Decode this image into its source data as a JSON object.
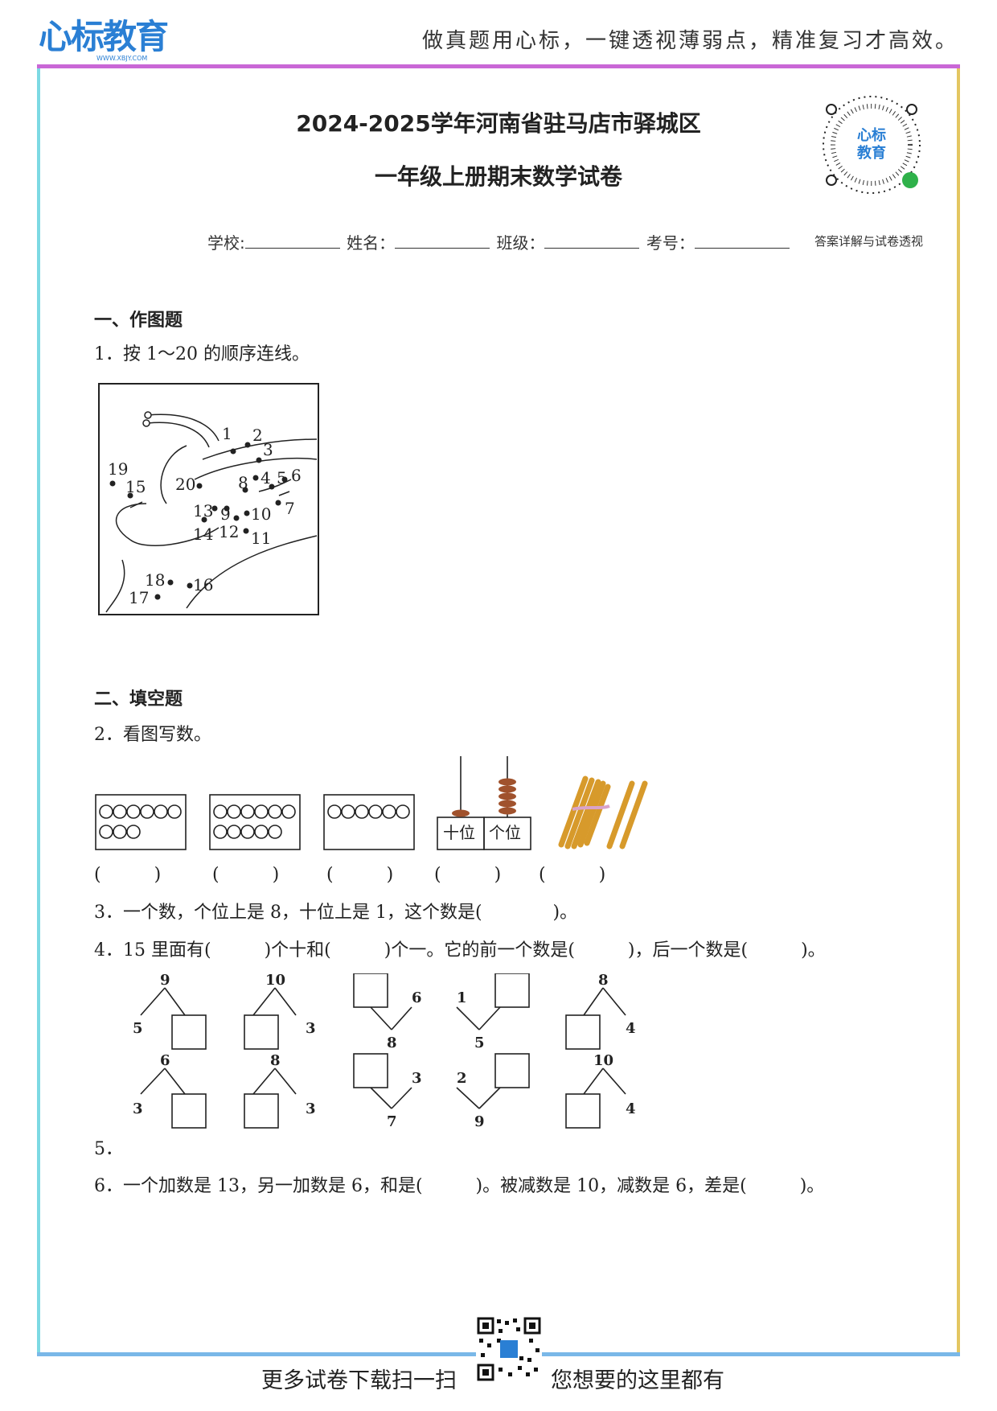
{
  "header": {
    "logo_text": "心标教育",
    "logo_url": "WWW.XBJY.COM",
    "slogan": "做真题用心标，一键透视薄弱点，精准复习才高效。"
  },
  "title": {
    "line1": "2024-2025学年河南省驻马店市驿城区",
    "line2": "一年级上册期末数学试卷"
  },
  "qr_top_label": "心标教育",
  "info": {
    "school": "学校:",
    "name": "姓名：",
    "class": "班级：",
    "exam_no": "考号：",
    "answer_link": "答案详解与试卷透视"
  },
  "section1": {
    "heading": "一、作图题",
    "q1": "1．按 1～20 的顺序连线。",
    "dots": [
      "1",
      "2",
      "3",
      "4",
      "5",
      "6",
      "7",
      "8",
      "9",
      "10",
      "11",
      "12",
      "13",
      "14",
      "15",
      "16",
      "17",
      "18",
      "19",
      "20"
    ]
  },
  "section2": {
    "heading": "二、填空题",
    "q2": "2．看图写数。",
    "abacus_tens": "十位",
    "abacus_ones": "个位",
    "paren": "(　　　)",
    "q3": "3．一个数，个位上是 8，十位上是 1，这个数是(　　　　)。",
    "q4": "4．15 里面有(　　　)个十和(　　　)个一。它的前一个数是(　　　)，后一个数是(　　　)。",
    "q5_label": "5．",
    "splits_row1": [
      {
        "top": "9",
        "left": "5"
      },
      {
        "top": "10",
        "right": "3"
      },
      {
        "right": "6",
        "bottom": "8"
      },
      {
        "left": "1",
        "bottom": "5"
      },
      {
        "top": "8",
        "right": "4"
      }
    ],
    "splits_row2": [
      {
        "top": "6",
        "left": "3"
      },
      {
        "top": "8",
        "right": "3"
      },
      {
        "right": "3",
        "bottom": "7"
      },
      {
        "left": "2",
        "bottom": "9"
      },
      {
        "top": "10",
        "right": "4"
      }
    ],
    "q6": "6．一个加数是 13，另一加数是 6，和是(　　　)。被减数是 10，减数是 6，差是(　　　)。"
  },
  "footer": {
    "left": "更多试卷下载扫一扫",
    "right": "您想要的这里都有"
  }
}
